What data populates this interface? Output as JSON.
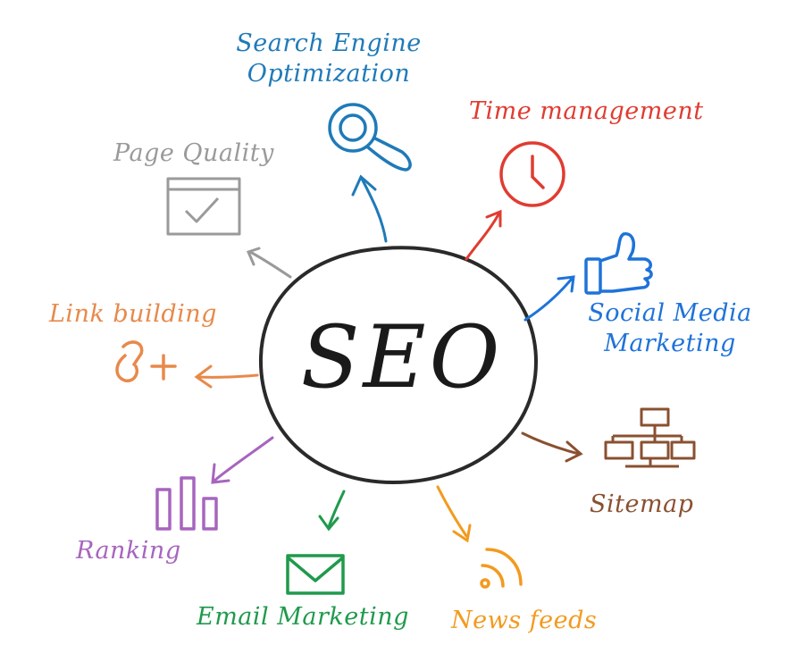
{
  "center": {
    "label": "SEO",
    "color": "#222222"
  },
  "nodes": {
    "seo_opt": {
      "line1": "Search Engine",
      "line2": "Optimization",
      "color": "#1f7ab8",
      "icon": "magnifier-icon"
    },
    "time": {
      "label": "Time management",
      "color": "#e03c31",
      "icon": "clock-icon"
    },
    "social": {
      "line1": "Social Media",
      "line2": "Marketing",
      "color": "#1e73d8",
      "icon": "thumbs-up-icon"
    },
    "sitemap": {
      "label": "Sitemap",
      "color": "#8a5030",
      "icon": "sitemap-icon"
    },
    "news": {
      "label": "News feeds",
      "color": "#f39a1e",
      "icon": "rss-icon"
    },
    "email": {
      "label": "Email Marketing",
      "color": "#1f9a4c",
      "icon": "envelope-icon"
    },
    "ranking": {
      "label": "Ranking",
      "color": "#a765be",
      "icon": "bar-chart-icon"
    },
    "link": {
      "label": "Link building",
      "color": "#e8894a",
      "icon": "link-icon"
    },
    "quality": {
      "label": "Page Quality",
      "color": "#9a9a9a",
      "icon": "checkbox-icon"
    }
  }
}
